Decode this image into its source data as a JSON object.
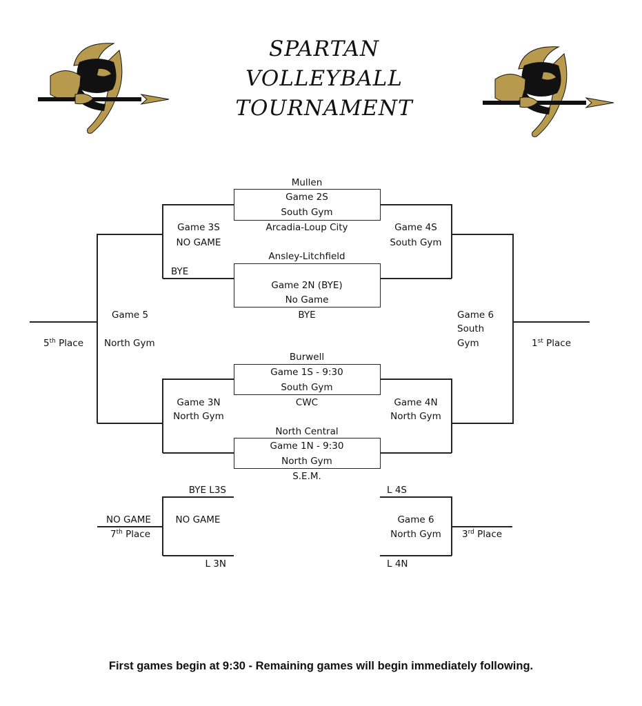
{
  "title": {
    "line1": "SPARTAN",
    "line2": "VOLLEYBALL",
    "line3": "TOURNAMENT"
  },
  "colors": {
    "gold": "#b79a4d",
    "line": "#222222"
  },
  "bracket": {
    "game2s": {
      "top_team": "Mullen",
      "line1": "Game 2S",
      "line2": "South Gym",
      "bottom_team": "Arcadia-Loup City"
    },
    "game2n": {
      "top_team": "Ansley-Litchfield",
      "line1": "Game 2N (BYE)",
      "line2": "No Game",
      "bottom_team": "BYE"
    },
    "game1s": {
      "top_team": "Burwell",
      "line1": "Game 1S - 9:30",
      "line2": "South Gym",
      "bottom_team": "CWC"
    },
    "game1n": {
      "top_team": "North Central",
      "line1": "Game 1N - 9:30",
      "line2": "North Gym",
      "bottom_team": "S.E.M."
    },
    "game3s": {
      "line1": "Game 3S",
      "line2": "NO GAME",
      "bye": "BYE"
    },
    "game3n": {
      "line1": "Game 3N",
      "line2": "North Gym"
    },
    "game4s": {
      "line1": "Game 4S",
      "line2": "South Gym"
    },
    "game4n": {
      "line1": "Game 4N",
      "line2": "North Gym"
    },
    "game5": {
      "line1": "Game 5",
      "line2": "North Gym"
    },
    "game6_final": {
      "line1": "Game 6",
      "line2": "South",
      "line3": "Gym"
    },
    "fifth_place": {
      "num": "5",
      "sup": "th",
      "text": " Place"
    },
    "first_place": {
      "num": "1",
      "sup": "st",
      "text": " Place"
    }
  },
  "consolation": {
    "left": {
      "top": "BYE L3S",
      "game": "NO GAME",
      "bottom": "L 3N",
      "out_top": "NO GAME",
      "place_num": "7",
      "place_sup": "th",
      "place_text": " Place"
    },
    "right": {
      "top": "L 4S",
      "line1": "Game 6",
      "line2": "North Gym",
      "bottom": "L 4N",
      "place_num": "3",
      "place_sup": "rd",
      "place_text": " Place"
    }
  },
  "footer": "First games begin at 9:30 - Remaining games will begin immediately following."
}
